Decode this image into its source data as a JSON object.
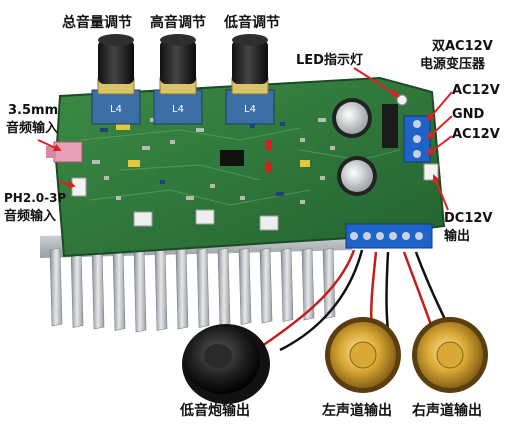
{
  "labels": {
    "master_volume": "总音量调节",
    "treble": "高音调节",
    "bass": "低音调节",
    "led": "LED指示灯",
    "transformer_line1": "双AC12V",
    "transformer_line2": "电源变压器",
    "ac12v_top": "AC12V",
    "gnd": "GND",
    "ac12v_bottom": "AC12V",
    "input35_line1": "3.5mm",
    "input35_line2": "音频输入",
    "ph20_line1": "PH2.0-3P",
    "ph20_line2": "音频输入",
    "dc12v_line1": "DC12V",
    "dc12v_line2": "输出",
    "subwoofer_out": "低音炮输出",
    "left_out": "左声道输出",
    "right_out": "右声道输出"
  },
  "pcb_silk": {
    "pot_marks": [
      "L4",
      "L4",
      "L4"
    ]
  },
  "colors": {
    "pcb": "#2f7a3a",
    "heatsink": "#b9bdc2",
    "arrow": "#e02020",
    "terminal": "#1f63c9",
    "speaker_gold": "#d8a93a"
  }
}
